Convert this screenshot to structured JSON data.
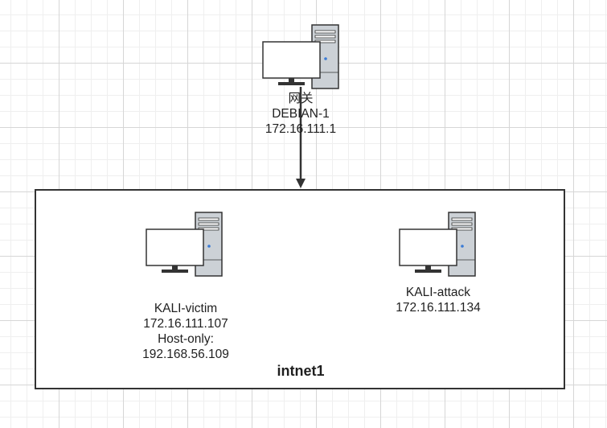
{
  "diagram": {
    "nodes": {
      "gateway": {
        "lines": [
          "网关",
          "DEBIAN-1",
          "172.16.111.1"
        ],
        "icon": "computer-icon"
      },
      "victim": {
        "lines": [
          "KALI-victim",
          "172.16.111.107",
          "Host-only:",
          "192.168.56.109"
        ],
        "icon": "computer-icon"
      },
      "attacker": {
        "lines": [
          "KALI-attack",
          "172.16.111.134"
        ],
        "icon": "computer-icon"
      }
    },
    "network": {
      "label": "intnet1"
    },
    "edges": [
      {
        "from": "gateway",
        "to": "network"
      }
    ]
  },
  "colors": {
    "outline": "#333333",
    "tower_fill": "#ccd1d6",
    "led": "#3a7bd5",
    "grid_major": "#d6d6d6",
    "grid_minor": "#efefef"
  }
}
